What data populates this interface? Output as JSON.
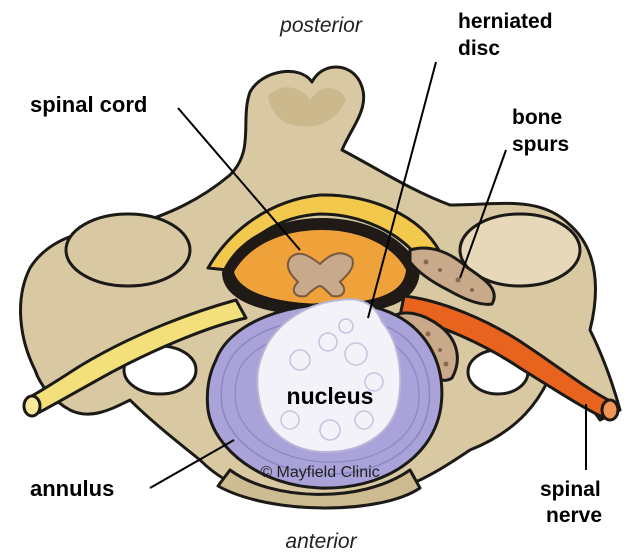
{
  "labels": {
    "posterior": "posterior",
    "anterior": "anterior",
    "herniated_disc_line1": "herniated",
    "herniated_disc_line2": "disc",
    "spinal_cord": "spinal cord",
    "bone_spurs_line1": "bone",
    "bone_spurs_line2": "spurs",
    "nucleus": "nucleus",
    "annulus": "annulus",
    "spinal_nerve_line1": "spinal",
    "spinal_nerve_line2": "nerve"
  },
  "copyright": "© Mayfield Clinic",
  "colors": {
    "bone": "#d9c9a3",
    "bone_shadow": "#bfa97c",
    "annulus": "#a9a3d9",
    "nucleus": "#f2f2f8",
    "nerve_yellow": "#f4e07a",
    "nerve_inflamed": "#e8641e",
    "cord_orange": "#f0a23a",
    "cord_gray_matter": "#c9a98c",
    "ligament_yellow": "#f2c94c",
    "spur": "#c8a98a"
  }
}
